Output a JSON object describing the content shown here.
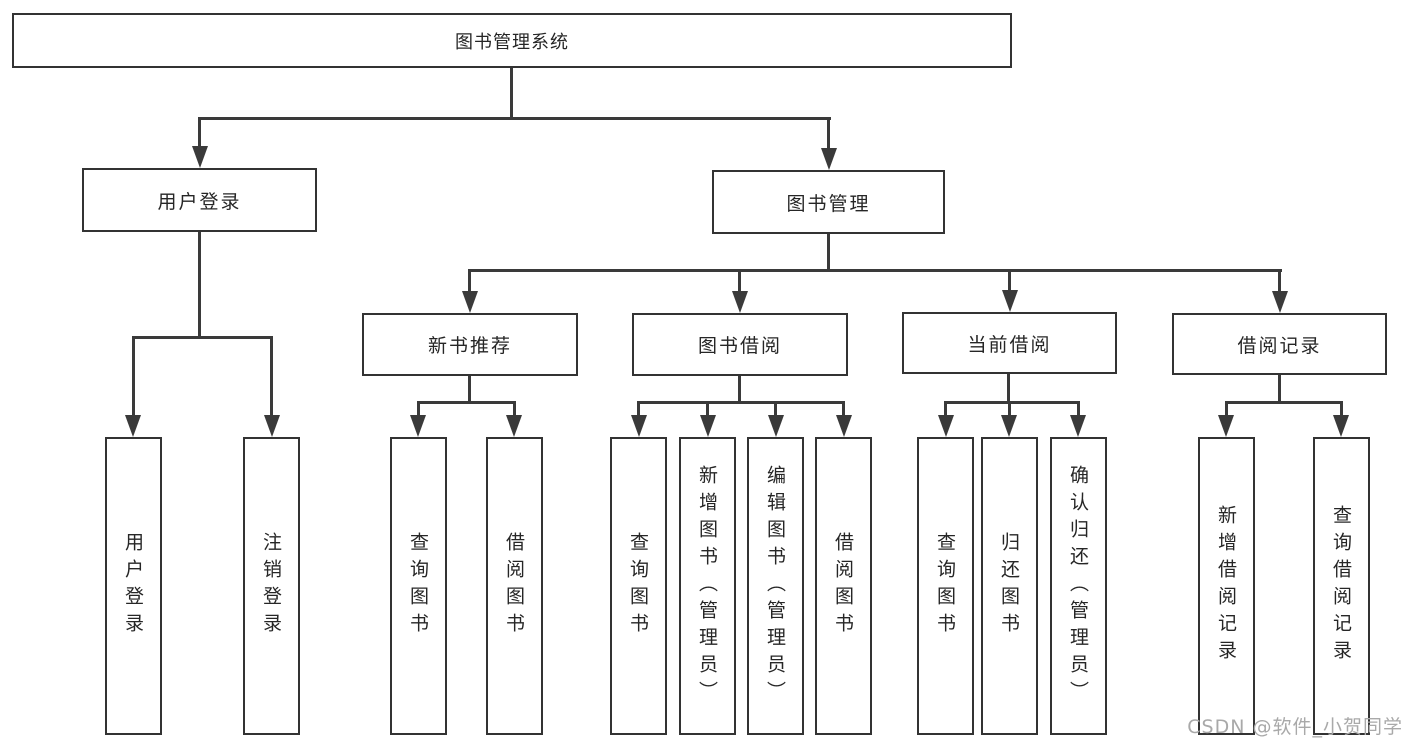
{
  "diagram": {
    "type": "hierarchy-tree",
    "root": {
      "label": "图书管理系统"
    },
    "branches": [
      {
        "label": "用户登录",
        "children": [
          {
            "label": "用户登录"
          },
          {
            "label": "注销登录"
          }
        ]
      },
      {
        "label": "图书管理",
        "children": [
          {
            "label": "新书推荐",
            "children": [
              {
                "label": "查询图书"
              },
              {
                "label": "借阅图书"
              }
            ]
          },
          {
            "label": "图书借阅",
            "children": [
              {
                "label": "查询图书"
              },
              {
                "label": "新增图书（管理员）"
              },
              {
                "label": "编辑图书（管理员）"
              },
              {
                "label": "借阅图书"
              }
            ]
          },
          {
            "label": "当前借阅",
            "children": [
              {
                "label": "查询图书"
              },
              {
                "label": "归还图书"
              },
              {
                "label": "确认归还（管理员）"
              }
            ]
          },
          {
            "label": "借阅记录",
            "children": [
              {
                "label": "新增借阅记录"
              },
              {
                "label": "查询借阅记录"
              }
            ]
          }
        ]
      }
    ],
    "watermark": "CSDN @软件_小贺同学",
    "colors": {
      "line": "#3a3a3a",
      "box_border": "#333333",
      "text": "#262626",
      "background": "#ffffff",
      "watermark": "#a9a9a9"
    }
  }
}
